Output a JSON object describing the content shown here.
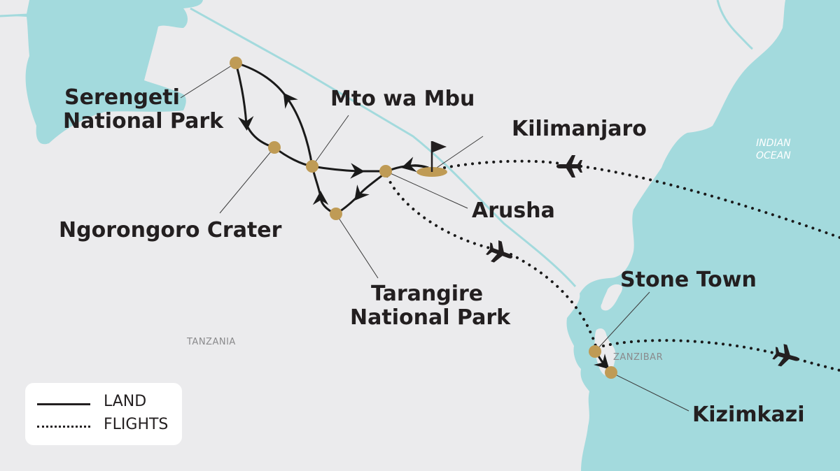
{
  "map": {
    "colors": {
      "land": "#ebebed",
      "water": "#a3dadd",
      "river": "#a3dadd",
      "stop": "#bf9b55",
      "route": "#1a1a1a",
      "label": "#231f20",
      "minor_label": "#8a8a8c"
    },
    "destinations": [
      {
        "id": "serengeti",
        "line1": "Serengeti",
        "line2": "National Park"
      },
      {
        "id": "mto-wa-mbu",
        "line1": "Mto wa Mbu"
      },
      {
        "id": "kilimanjaro",
        "line1": "Kilimanjaro"
      },
      {
        "id": "ngorongoro",
        "line1": "Ngorongoro Crater"
      },
      {
        "id": "arusha",
        "line1": "Arusha"
      },
      {
        "id": "tarangire",
        "line1": "Tarangire",
        "line2": "National Park"
      },
      {
        "id": "stone-town",
        "line1": "Stone Town"
      },
      {
        "id": "kizimkazi",
        "line1": "Kizimkazi"
      }
    ],
    "regions": {
      "country": "TANZANIA",
      "island": "ZANZIBAR",
      "ocean_line1": "INDIAN",
      "ocean_line2": "OCEAN"
    },
    "icons": {
      "start": "flag-icon",
      "flight": "airplane-icon"
    }
  },
  "legend": {
    "items": [
      {
        "style": "solid",
        "label": "LAND"
      },
      {
        "style": "dotted",
        "label": "FLIGHTS"
      }
    ]
  }
}
